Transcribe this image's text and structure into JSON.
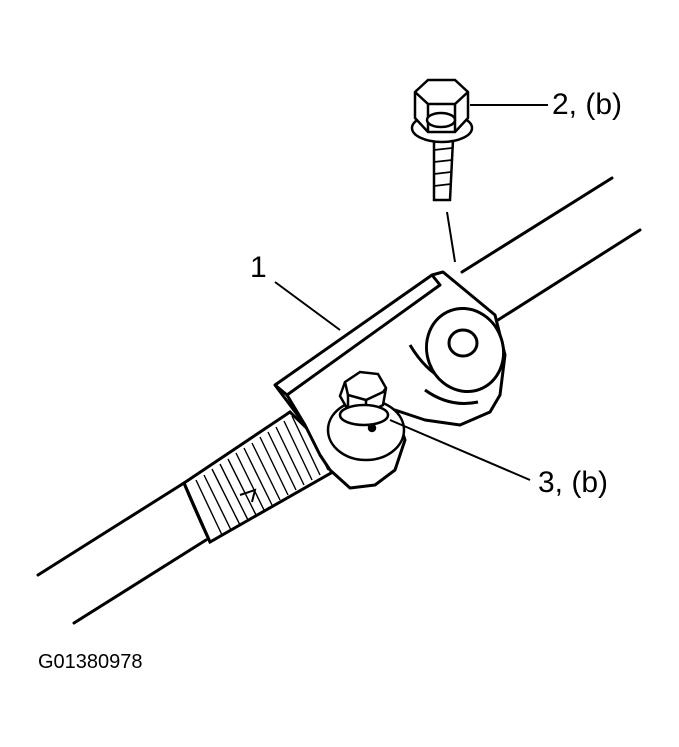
{
  "callouts": {
    "item_1": "1",
    "item_2": "2, (b)",
    "item_3": "3, (b)"
  },
  "figure_id": "G01380978",
  "colors": {
    "ink": "#000000",
    "paper": "#ffffff"
  }
}
